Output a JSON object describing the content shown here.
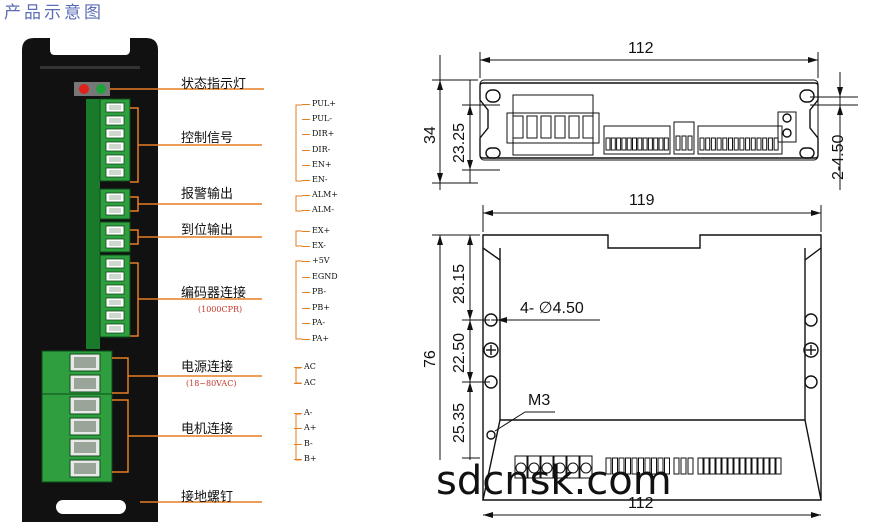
{
  "title": "产品示意图",
  "labels": {
    "status_led": "状态指示灯",
    "control_signal": "控制信号",
    "alarm_output": "报警输出",
    "in_position_output": "到位输出",
    "encoder_connection": "编码器连接",
    "encoder_note": "(1000CPR)",
    "power_connection": "电源连接",
    "power_note": "(18~80VAC)",
    "motor_connection": "电机连接",
    "ground_screw": "接地螺钉"
  },
  "pins": {
    "control": [
      "PUL+",
      "PUL-",
      "DIR+",
      "DIR-",
      "EN+",
      "EN-"
    ],
    "alarm": [
      "ALM+",
      "ALM-"
    ],
    "position": [
      "EX+",
      "EX-"
    ],
    "encoder": [
      "+5V",
      "EGND",
      "PB-",
      "PB+",
      "PA-",
      "PA+"
    ],
    "power": [
      "AC",
      "AC"
    ],
    "motor": [
      "A-",
      "A+",
      "B-",
      "B+"
    ]
  },
  "dimensions": {
    "top_width": "112",
    "top_height": "34",
    "top_inner_height": "23.25",
    "slot": "2-4.50",
    "front_width": "119",
    "front_height": "76",
    "seg1": "28.15",
    "seg2": "22.50",
    "seg3": "25.35",
    "hole": "4- ∅4.50",
    "thread": "M3",
    "bottom_width": "112"
  },
  "watermark": "sdcnsk.com",
  "colors": {
    "accent": "#e67e22",
    "terminal": "#2e9e3e",
    "body": "#111111"
  }
}
